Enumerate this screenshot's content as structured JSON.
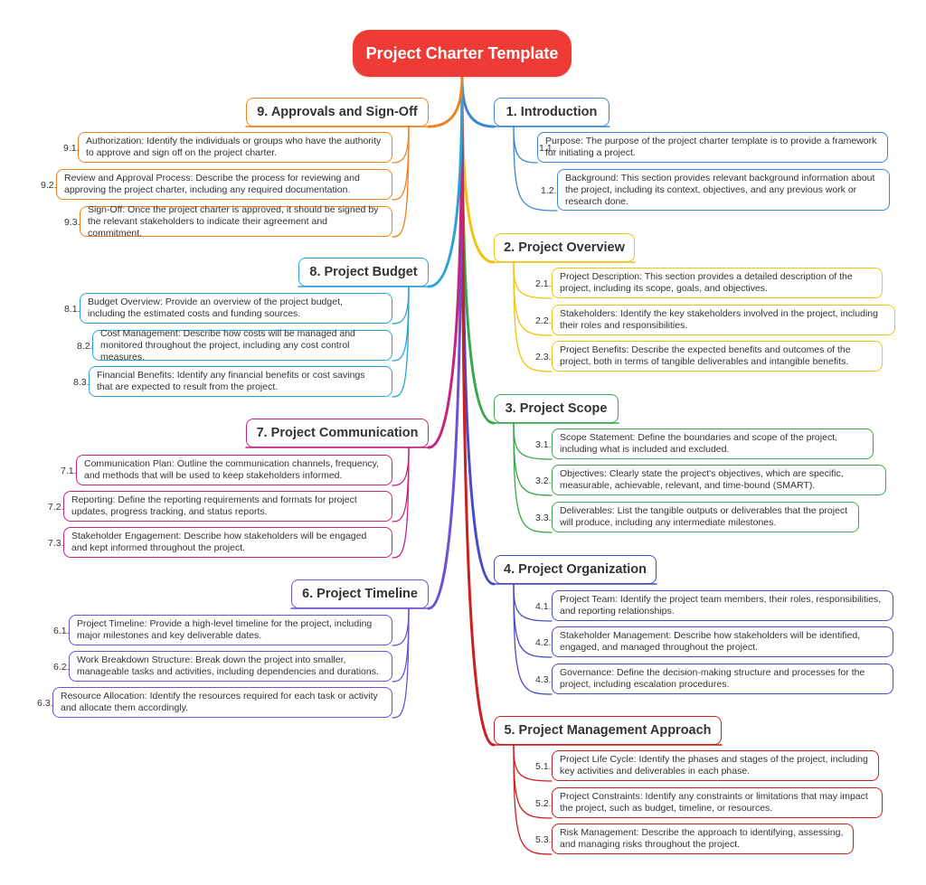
{
  "title": "Project Charter Template",
  "colors": {
    "root": "#ef3b35",
    "introduction": "#3a86d4",
    "overview": "#f1c40f",
    "scope": "#3aa84a",
    "organization": "#4b4bc8",
    "management": "#cc1f1f",
    "timeline": "#6f4fd6",
    "communication": "#c4257f",
    "budget": "#2aa4d8",
    "approvals": "#f0821e"
  },
  "branches": [
    {
      "label": "1. Introduction",
      "items": [
        {
          "num": "1.1.",
          "text": "Purpose: The purpose of the project charter template is to provide a framework for initiating a project."
        },
        {
          "num": "1.2.",
          "text": "Background: This section provides relevant background information about the project, including its context, objectives, and any previous work or research done."
        }
      ]
    },
    {
      "label": "2. Project Overview",
      "items": [
        {
          "num": "2.1.",
          "text": "Project Description: This section provides a detailed description of the project, including its scope, goals, and objectives."
        },
        {
          "num": "2.2.",
          "text": "Stakeholders: Identify the key stakeholders involved in the project, including their roles and responsibilities."
        },
        {
          "num": "2.3.",
          "text": "Project Benefits: Describe the expected benefits and outcomes of the project, both in terms of tangible deliverables and intangible benefits."
        }
      ]
    },
    {
      "label": "3. Project Scope",
      "items": [
        {
          "num": "3.1.",
          "text": "Scope Statement: Define the boundaries and scope of the project, including what is included and excluded."
        },
        {
          "num": "3.2.",
          "text": "Objectives: Clearly state the project's objectives, which are specific, measurable, achievable, relevant, and time-bound (SMART)."
        },
        {
          "num": "3.3.",
          "text": "Deliverables: List the tangible outputs or deliverables that the project will produce, including any intermediate milestones."
        }
      ]
    },
    {
      "label": "4. Project Organization",
      "items": [
        {
          "num": "4.1.",
          "text": "Project Team: Identify the project team members, their roles, responsibilities, and reporting relationships."
        },
        {
          "num": "4.2.",
          "text": "Stakeholder Management: Describe how stakeholders will be identified, engaged, and managed throughout the project."
        },
        {
          "num": "4.3.",
          "text": "Governance: Define the decision-making structure and processes for the project, including escalation procedures."
        }
      ]
    },
    {
      "label": "5. Project Management Approach",
      "items": [
        {
          "num": "5.1.",
          "text": "Project Life Cycle: Identify the phases and stages of the project, including key activities and deliverables in each phase."
        },
        {
          "num": "5.2.",
          "text": "Project Constraints: Identify any constraints or limitations that may impact the project, such as budget, timeline, or resources."
        },
        {
          "num": "5.3.",
          "text": "Risk Management: Describe the approach to identifying, assessing, and managing risks throughout the project."
        }
      ]
    },
    {
      "label": "6. Project Timeline",
      "items": [
        {
          "num": "6.1.",
          "text": "Project Timeline: Provide a high-level timeline for the project, including major milestones and key deliverable dates."
        },
        {
          "num": "6.2.",
          "text": "Work Breakdown Structure: Break down the project into smaller, manageable tasks and activities, including dependencies and durations."
        },
        {
          "num": "6.3.",
          "text": "Resource Allocation: Identify the resources required for each task or activity and allocate them accordingly."
        }
      ]
    },
    {
      "label": "7. Project Communication",
      "items": [
        {
          "num": "7.1.",
          "text": "Communication Plan: Outline the communication channels, frequency, and methods that will be used to keep stakeholders informed."
        },
        {
          "num": "7.2.",
          "text": "Reporting: Define the reporting requirements and formats for project updates, progress tracking, and status reports."
        },
        {
          "num": "7.3.",
          "text": "Stakeholder Engagement: Describe how stakeholders will be engaged and kept informed throughout the project."
        }
      ]
    },
    {
      "label": "8. Project Budget",
      "items": [
        {
          "num": "8.1.",
          "text": "Budget Overview: Provide an overview of the project budget, including the estimated costs and funding sources."
        },
        {
          "num": "8.2.",
          "text": "Cost Management: Describe how costs will be managed and monitored throughout the project, including any cost control measures."
        },
        {
          "num": "8.3.",
          "text": "Financial Benefits: Identify any financial benefits or cost savings that are expected to result from the project."
        }
      ]
    },
    {
      "label": "9. Approvals and Sign-Off",
      "items": [
        {
          "num": "9.1.",
          "text": "Authorization: Identify the individuals or groups who have the authority to approve and sign off on the project charter."
        },
        {
          "num": "9.2.",
          "text": "Review and Approval Process: Describe the process for reviewing and approving the project charter, including any required documentation."
        },
        {
          "num": "9.3.",
          "text": "Sign-Off: Once the project charter is approved, it should be signed by the relevant stakeholders to indicate their agreement and commitment."
        }
      ]
    }
  ]
}
